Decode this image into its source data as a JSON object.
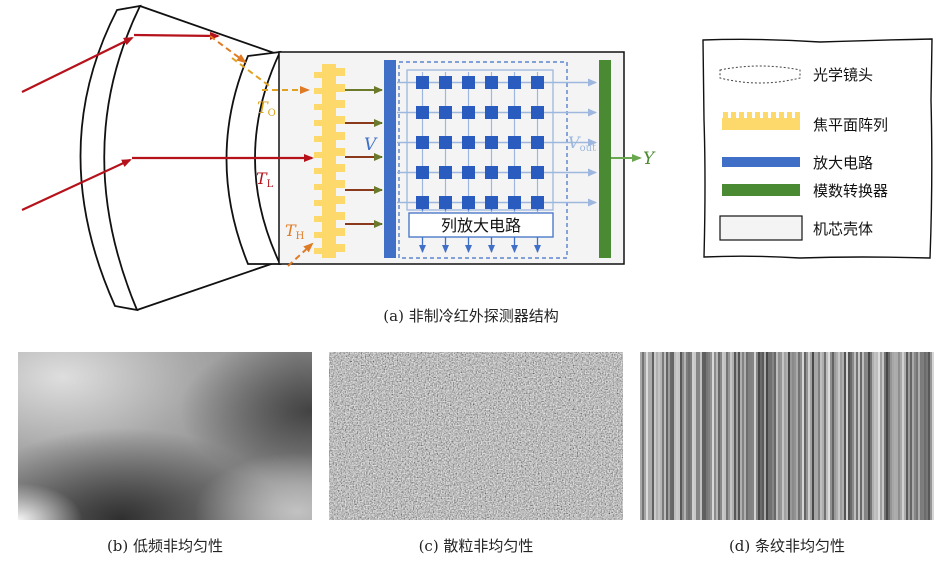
{
  "diagram": {
    "labels": {
      "t_o": "T",
      "t_o_sub": "O",
      "t_l": "T",
      "t_l_sub": "L",
      "t_h": "T",
      "t_h_sub": "H",
      "v": "V",
      "v_out": "V",
      "v_out_sub": "out",
      "y": "Y",
      "column_amp": "列放大电路"
    },
    "legend": [
      {
        "label": "光学镜头",
        "icon": "lens-symbol"
      },
      {
        "label": "焦平面阵列",
        "icon": "fpa-symbol",
        "color": "#fdd86a"
      },
      {
        "label": "放大电路",
        "icon": "amp-symbol",
        "color": "#3f6fc6"
      },
      {
        "label": "模数转换器",
        "icon": "adc-symbol",
        "color": "#4a8a32"
      },
      {
        "label": "机芯壳体",
        "icon": "housing-symbol"
      }
    ],
    "colors": {
      "ray": "#b5121b",
      "stray_ray": "#e07b25",
      "fpa": "#fdd86a",
      "amp": "#3f6fc6",
      "amp_dark": "#2a5bbf",
      "adc": "#4a8a32",
      "green_arrow": "#6aa84f",
      "light_blue": "#9db7df",
      "housing": "#f4f4f4"
    }
  },
  "captions": {
    "a": "(a) 非制冷红外探测器结构",
    "b": "(b) 低频非均匀性",
    "c": "(c) 散粒非均匀性",
    "d": "(d) 条纹非均匀性"
  }
}
